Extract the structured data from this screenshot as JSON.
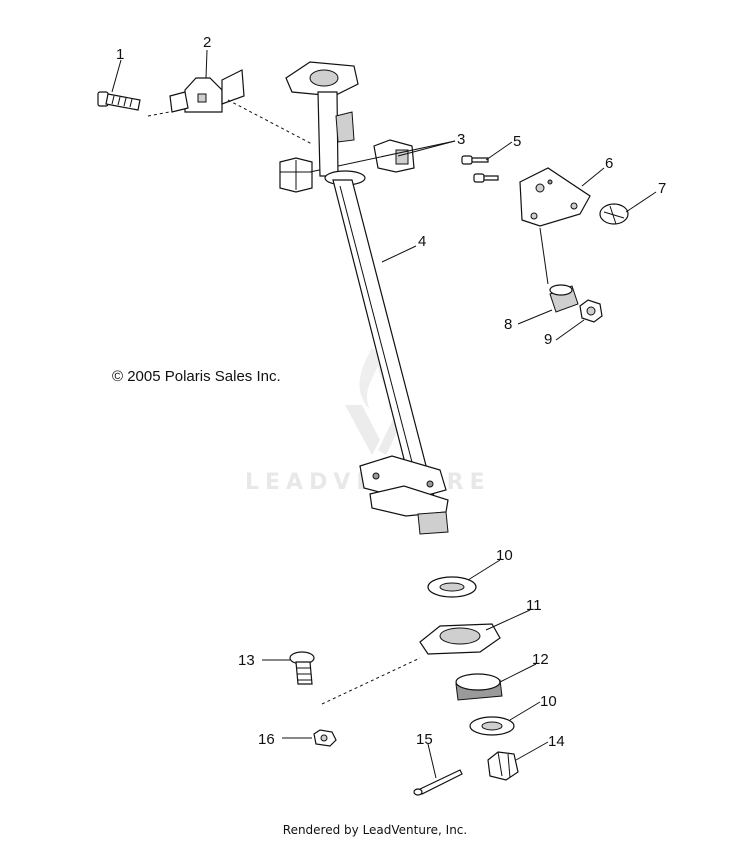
{
  "copyright": "© 2005 Polaris Sales Inc.",
  "footer": "Rendered by LeadVenture, Inc.",
  "watermark": "LEADVENTURE",
  "callouts": [
    "1",
    "2",
    "3",
    "4",
    "5",
    "6",
    "7",
    "8",
    "9",
    "10",
    "11",
    "12",
    "10",
    "14",
    "15",
    "16",
    "13"
  ]
}
